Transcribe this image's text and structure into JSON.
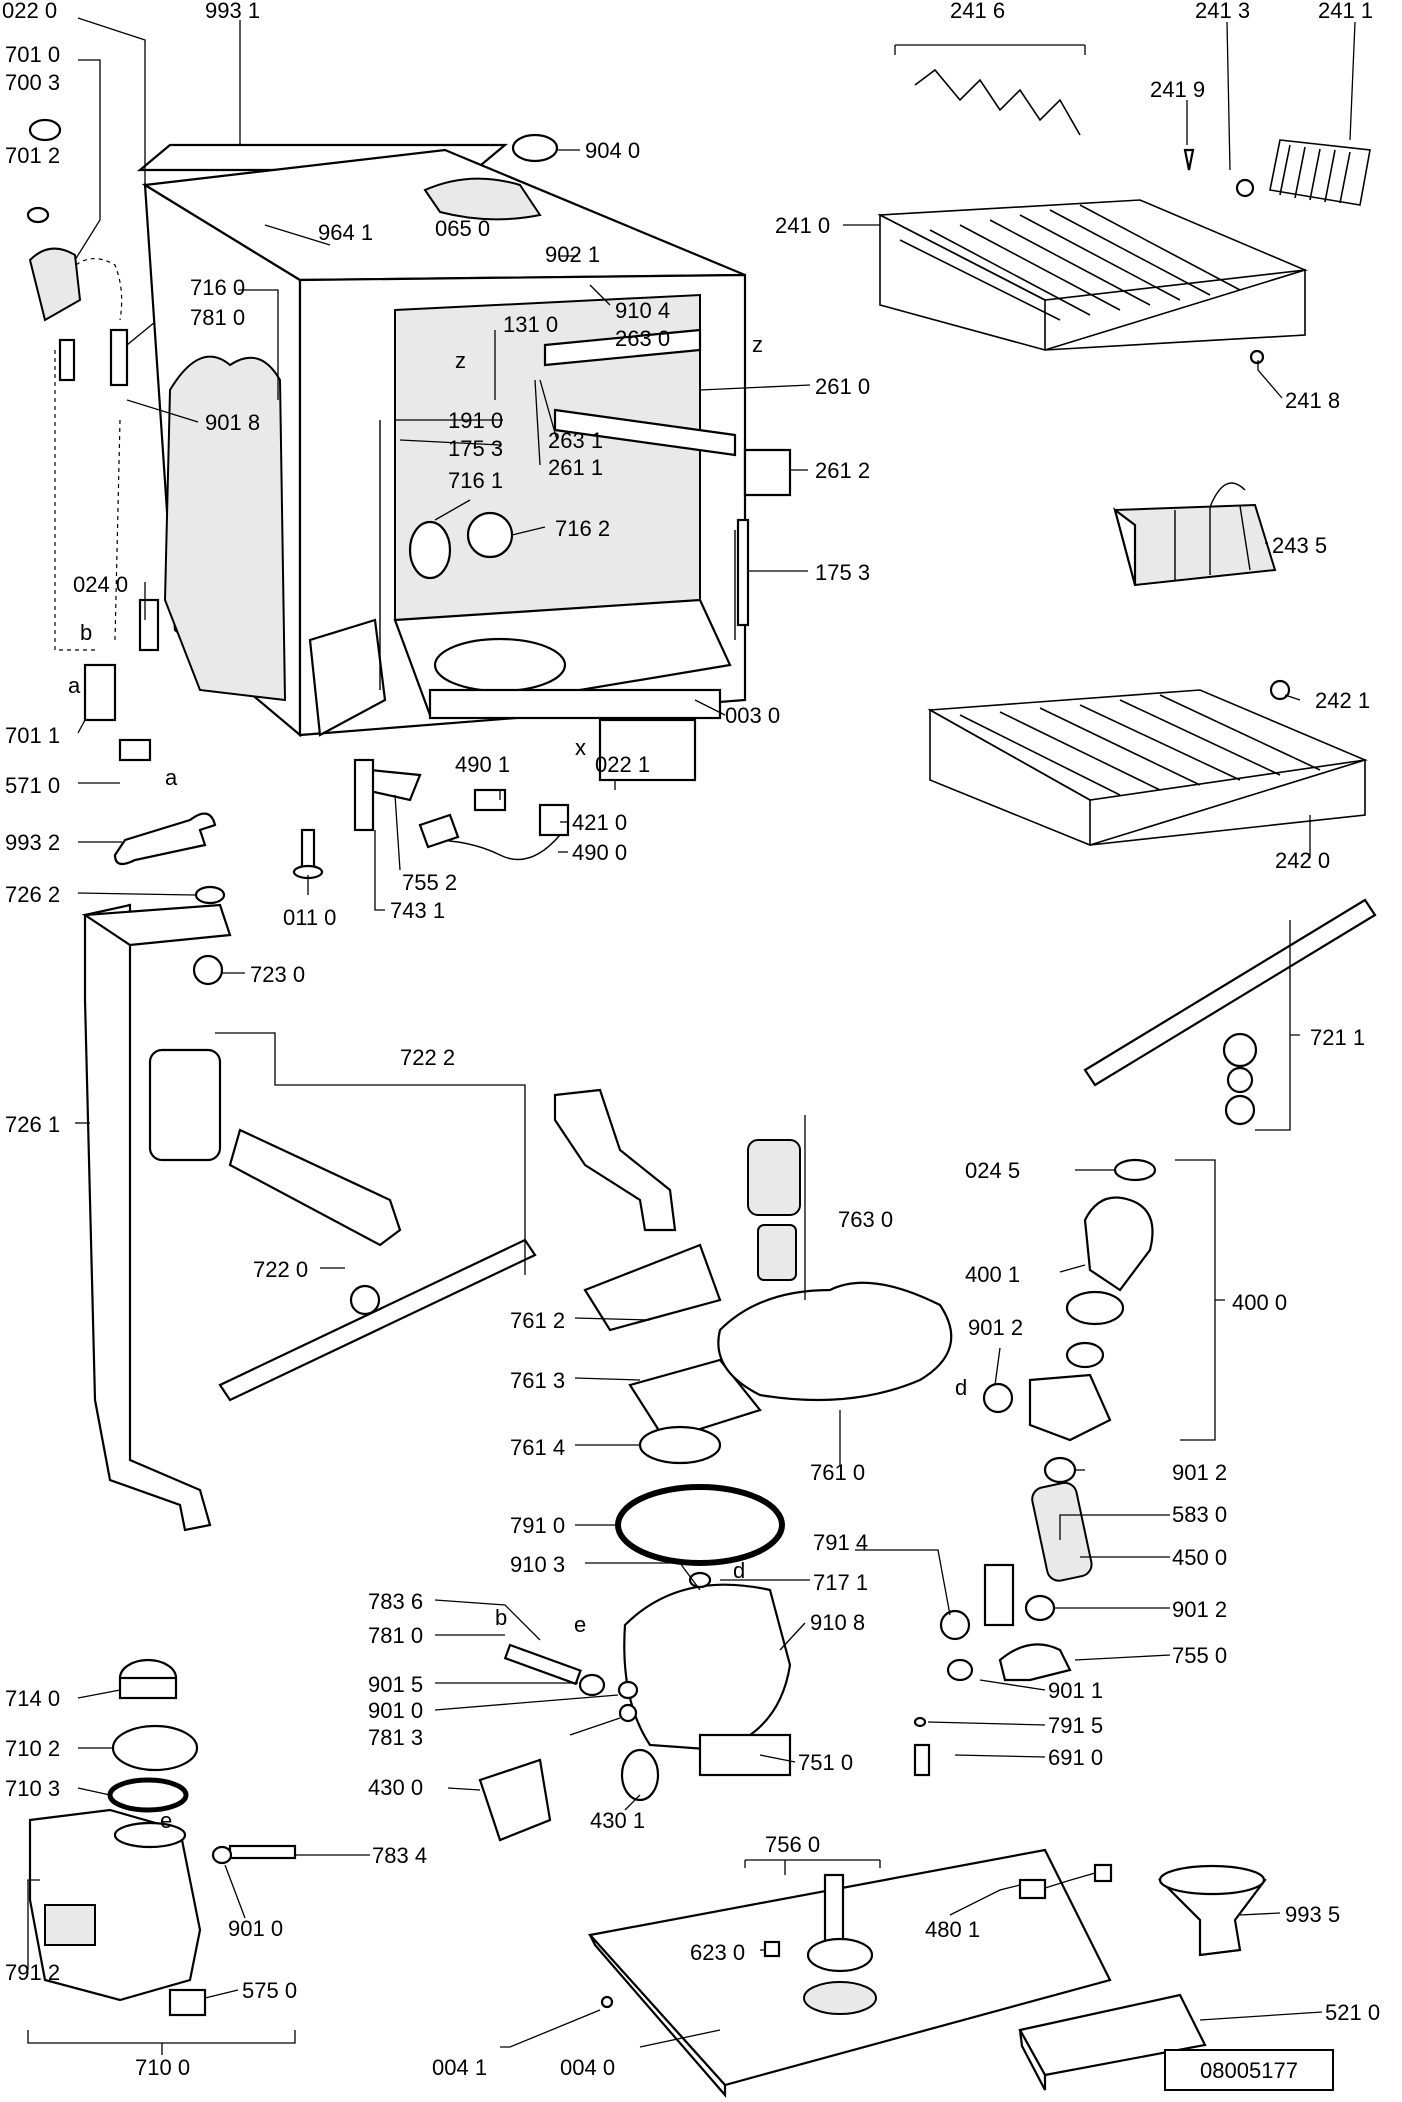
{
  "doc_number": "08005177",
  "callouts": [
    {
      "id": "c-022-0",
      "text": "022 0"
    },
    {
      "id": "c-993-1",
      "text": "993 1"
    },
    {
      "id": "c-701-0",
      "text": "701 0"
    },
    {
      "id": "c-700-3",
      "text": "700 3"
    },
    {
      "id": "c-701-2",
      "text": "701 2"
    },
    {
      "id": "c-904-0",
      "text": "904 0"
    },
    {
      "id": "c-964-1",
      "text": "964 1"
    },
    {
      "id": "c-065-0",
      "text": "065 0"
    },
    {
      "id": "c-902-1",
      "text": "902 1"
    },
    {
      "id": "c-910-4",
      "text": "910 4"
    },
    {
      "id": "c-716-0",
      "text": "716 0"
    },
    {
      "id": "c-781-0a",
      "text": "781 0"
    },
    {
      "id": "c-131-0",
      "text": "131 0"
    },
    {
      "id": "c-263-0",
      "text": "263 0"
    },
    {
      "id": "c-261-0",
      "text": "261 0"
    },
    {
      "id": "c-901-8",
      "text": "901 8"
    },
    {
      "id": "c-191-0",
      "text": "191 0"
    },
    {
      "id": "c-175-3a",
      "text": "175 3"
    },
    {
      "id": "c-263-1",
      "text": "263 1"
    },
    {
      "id": "c-261-1",
      "text": "261 1"
    },
    {
      "id": "c-261-2",
      "text": "261 2"
    },
    {
      "id": "c-716-1",
      "text": "716 1"
    },
    {
      "id": "c-716-2",
      "text": "716 2"
    },
    {
      "id": "c-175-3b",
      "text": "175 3"
    },
    {
      "id": "c-024-0",
      "text": "024 0"
    },
    {
      "id": "c-003-0",
      "text": "003 0"
    },
    {
      "id": "c-701-1",
      "text": "701 1"
    },
    {
      "id": "c-571-0",
      "text": "571 0"
    },
    {
      "id": "c-490-1",
      "text": "490 1"
    },
    {
      "id": "c-022-1",
      "text": "022 1"
    },
    {
      "id": "c-421-0",
      "text": "421 0"
    },
    {
      "id": "c-490-0",
      "text": "490 0"
    },
    {
      "id": "c-993-2",
      "text": "993 2"
    },
    {
      "id": "c-755-2",
      "text": "755 2"
    },
    {
      "id": "c-011-0",
      "text": "011 0"
    },
    {
      "id": "c-743-1",
      "text": "743 1"
    },
    {
      "id": "c-241-6",
      "text": "241 6"
    },
    {
      "id": "c-241-3",
      "text": "241 3"
    },
    {
      "id": "c-241-1",
      "text": "241 1"
    },
    {
      "id": "c-241-9",
      "text": "241 9"
    },
    {
      "id": "c-241-0",
      "text": "241 0"
    },
    {
      "id": "c-241-8",
      "text": "241 8"
    },
    {
      "id": "c-243-5",
      "text": "243 5"
    },
    {
      "id": "c-242-1",
      "text": "242 1"
    },
    {
      "id": "c-242-0",
      "text": "242 0"
    },
    {
      "id": "c-726-2",
      "text": "726 2"
    },
    {
      "id": "c-723-0",
      "text": "723 0"
    },
    {
      "id": "c-722-2",
      "text": "722 2"
    },
    {
      "id": "c-726-1",
      "text": "726 1"
    },
    {
      "id": "c-722-0",
      "text": "722 0"
    },
    {
      "id": "c-721-1",
      "text": "721 1"
    },
    {
      "id": "c-763-0",
      "text": "763 0"
    },
    {
      "id": "c-024-5",
      "text": "024 5"
    },
    {
      "id": "c-400-1",
      "text": "400 1"
    },
    {
      "id": "c-400-0",
      "text": "400 0"
    },
    {
      "id": "c-761-2",
      "text": "761 2"
    },
    {
      "id": "c-901-2a",
      "text": "901 2"
    },
    {
      "id": "c-761-3",
      "text": "761 3"
    },
    {
      "id": "c-761-4",
      "text": "761 4"
    },
    {
      "id": "c-761-0",
      "text": "761 0"
    },
    {
      "id": "c-901-2b",
      "text": "901 2"
    },
    {
      "id": "c-583-0",
      "text": "583 0"
    },
    {
      "id": "c-450-0",
      "text": "450 0"
    },
    {
      "id": "c-791-0",
      "text": "791 0"
    },
    {
      "id": "c-791-4",
      "text": "791 4"
    },
    {
      "id": "c-910-3",
      "text": "910 3"
    },
    {
      "id": "c-717-1",
      "text": "717 1"
    },
    {
      "id": "c-901-2c",
      "text": "901 2"
    },
    {
      "id": "c-783-6",
      "text": "783 6"
    },
    {
      "id": "c-910-8",
      "text": "910 8"
    },
    {
      "id": "c-781-0b",
      "text": "781 0"
    },
    {
      "id": "c-755-0",
      "text": "755 0"
    },
    {
      "id": "c-901-5",
      "text": "901 5"
    },
    {
      "id": "c-901-1",
      "text": "901 1"
    },
    {
      "id": "c-901-0a",
      "text": "901 0"
    },
    {
      "id": "c-791-5",
      "text": "791 5"
    },
    {
      "id": "c-781-3",
      "text": "781 3"
    },
    {
      "id": "c-691-0",
      "text": "691 0"
    },
    {
      "id": "c-714-0",
      "text": "714 0"
    },
    {
      "id": "c-751-0",
      "text": "751 0"
    },
    {
      "id": "c-710-2",
      "text": "710 2"
    },
    {
      "id": "c-430-0",
      "text": "430 0"
    },
    {
      "id": "c-430-1",
      "text": "430 1"
    },
    {
      "id": "c-710-3",
      "text": "710 3"
    },
    {
      "id": "c-783-4",
      "text": "783 4"
    },
    {
      "id": "c-756-0",
      "text": "756 0"
    },
    {
      "id": "c-901-0b",
      "text": "901 0"
    },
    {
      "id": "c-480-1",
      "text": "480 1"
    },
    {
      "id": "c-993-5",
      "text": "993 5"
    },
    {
      "id": "c-623-0",
      "text": "623 0"
    },
    {
      "id": "c-791-2",
      "text": "791 2"
    },
    {
      "id": "c-575-0",
      "text": "575 0"
    },
    {
      "id": "c-521-0",
      "text": "521 0"
    },
    {
      "id": "c-710-0",
      "text": "710 0"
    },
    {
      "id": "c-004-1",
      "text": "004 1"
    },
    {
      "id": "c-004-0",
      "text": "004 0"
    }
  ],
  "markers": [
    {
      "id": "m-b1",
      "text": "b"
    },
    {
      "id": "m-a1",
      "text": "a"
    },
    {
      "id": "m-a2",
      "text": "a"
    },
    {
      "id": "m-z1",
      "text": "z"
    },
    {
      "id": "m-z2",
      "text": "z"
    },
    {
      "id": "m-x1",
      "text": "x"
    },
    {
      "id": "m-d1",
      "text": "d"
    },
    {
      "id": "m-d2",
      "text": "d"
    },
    {
      "id": "m-e1",
      "text": "e"
    },
    {
      "id": "m-b2",
      "text": "b"
    },
    {
      "id": "m-e2",
      "text": "e"
    }
  ]
}
